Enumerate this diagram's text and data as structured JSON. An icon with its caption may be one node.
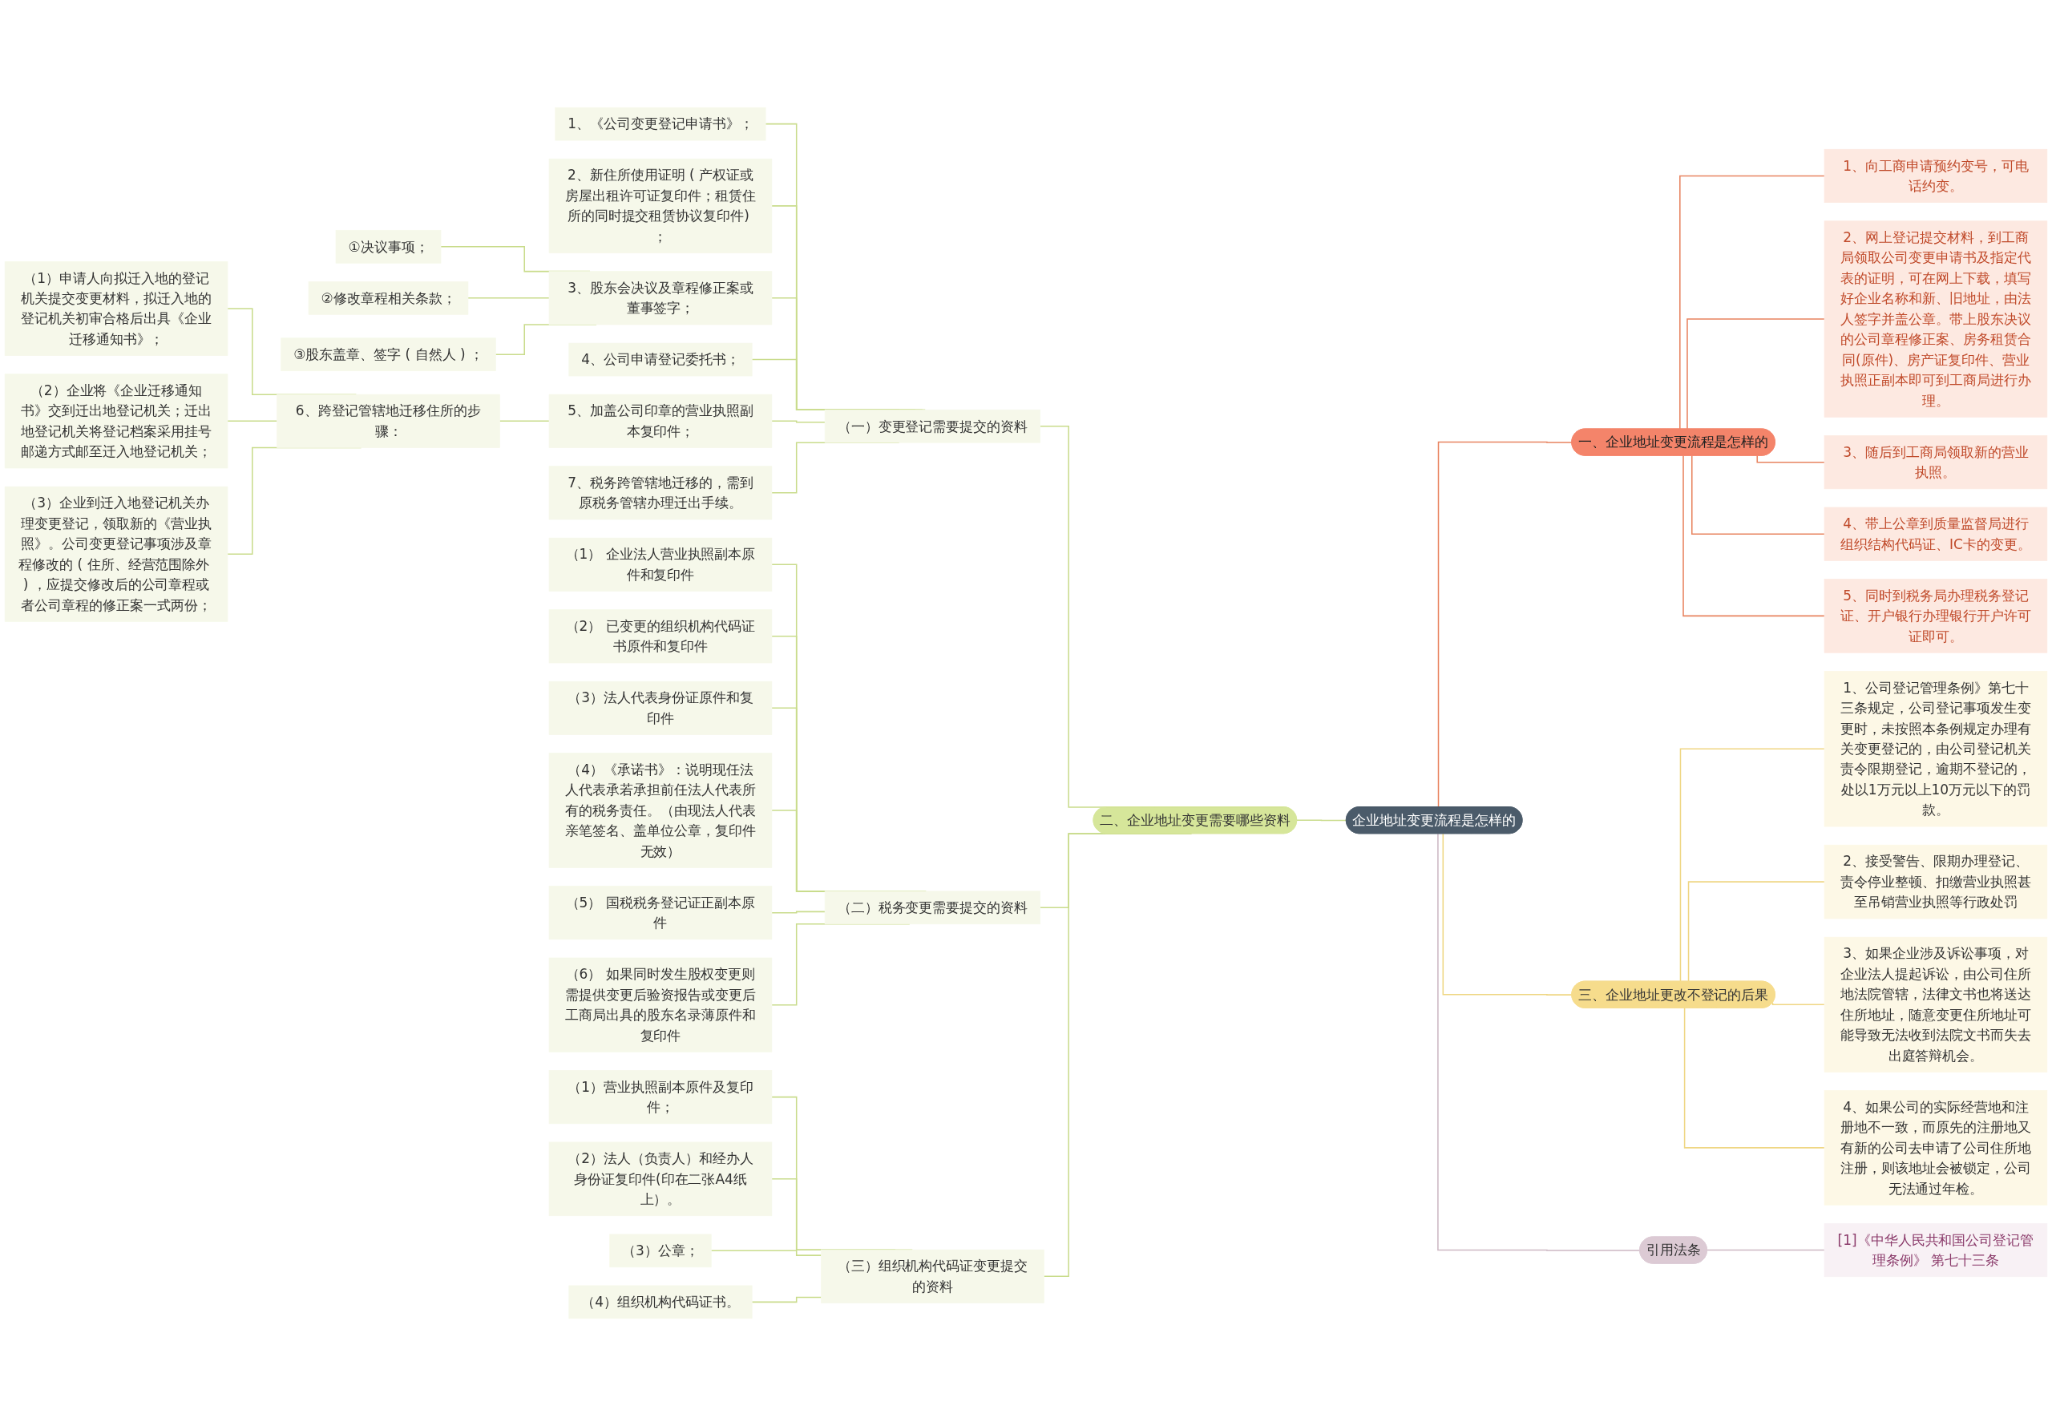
{
  "diagram": {
    "nodes": [
      {
        "text": [
          "企业地址变更流程是怎样的"
        ]
      },
      {
        "text": [
          "二、企业地址变更需要哪些资料"
        ]
      },
      {
        "text": [
          "（一）变更登记需要提交的资料"
        ]
      },
      {
        "text": [
          "1、《公司变更登记申请书》；"
        ]
      },
      {
        "text": [
          "2、新住所使用证明 ( 产权证或房屋出租许可证复印件；租赁住所的同时提交租赁协议复印件) ；"
        ]
      },
      {
        "text": [
          "3、股东会决议及章程修正案或董事签字；"
        ]
      },
      {
        "text": [
          "①决议事项；"
        ]
      },
      {
        "text": [
          "②修改章程相关条款；"
        ]
      },
      {
        "text": [
          "③股东盖章、签字 ( 自然人 ) ；"
        ]
      },
      {
        "text": [
          "4、公司申请登记委托书；"
        ]
      },
      {
        "text": [
          "5、加盖公司印章的营业执照副本复印件；"
        ]
      },
      {
        "text": [
          "6、跨登记管辖地迁移住所的步骤："
        ]
      },
      {
        "text": [
          "（1）申请人向拟迁入地的登记机关提交变更材料，拟迁入地的登记机关初审合格后出具《企业迁移通知书》；"
        ]
      },
      {
        "text": [
          "（2）企业将《企业迁移通知书》交到迁出地登记机关；迁出地登记机关将登记档案采用挂号邮递方式邮至迁入地登记机关；"
        ]
      },
      {
        "text": [
          "（3）企业到迁入地登记机关办理变更登记，领取新的《营业执照》。公司变更登记事项涉及章程修改的 ( 住所、经营范围除外 ) ，应提交修改后的公司章程或者公司章程的修正案一式两份；"
        ]
      },
      {
        "text": [
          "7、税务跨管辖地迁移的，需到原税务管辖办理迁出手续。"
        ]
      },
      {
        "text": [
          "（二）税务变更需要提交的资料"
        ]
      },
      {
        "text": [
          "（1） 企业法人营业执照副本原件和复印件"
        ]
      },
      {
        "text": [
          "（2） 已变更的组织机构代码证书原件和复印件"
        ]
      },
      {
        "text": [
          "（3）法人代表身份证原件和复印件"
        ]
      },
      {
        "text": [
          "（4）《承诺书》：说明现任法人代表承若承担前任法人代表所有的税务责任。（由现法人代表亲笔签名、盖单位公章，复印件无效）"
        ]
      },
      {
        "text": [
          "（5） 国税税务登记证正副本原件"
        ]
      },
      {
        "text": [
          "（6） 如果同时发生股权变更则需提供变更后验资报告或变更后工商局出具的股东名录薄原件和复印件"
        ]
      },
      {
        "text": [
          "（三）组织机构代码证变更提交的资料"
        ]
      },
      {
        "text": [
          "（1）营业执照副本原件及复印件；"
        ]
      },
      {
        "text": [
          "（2）法人（负责人）和经办人身份证复印件(印在二张A4纸上）。"
        ]
      },
      {
        "text": [
          "（3）公章；"
        ]
      },
      {
        "text": [
          "（4）组织机构代码证书。"
        ]
      },
      {
        "text": [
          "一、企业地址变更流程是怎样的"
        ]
      },
      {
        "text": [
          "1、向工商申请预约变号，可电话约变。"
        ]
      },
      {
        "text": [
          "2、网上登记提交材料，到工商局领取公司变更申请书及指定代表的证明，可在网上下载，填写好企业名称和新、旧地址，由法人签字并盖公章。带上股东决议的公司章程修正案、房务租赁合同(原件)、房产证复印件、营业执照正副本即可到工商局进行办理。"
        ]
      },
      {
        "text": [
          "3、随后到工商局领取新的营业执照。"
        ]
      },
      {
        "text": [
          "4、带上公章到质量监督局进行组织结构代码证、IC卡的变更。"
        ]
      },
      {
        "text": [
          "5、同时到税务局办理税务登记证、开户银行办理银行开户许可证即可。"
        ]
      },
      {
        "text": [
          "三、企业地址更改不登记的后果"
        ]
      },
      {
        "text": [
          "1、公司登记管理条例》第七十三条规定，公司登记事项发生变更时，未按照本条例规定办理有关变更登记的，由公司登记机关责令限期登记，逾期不登记的，处以1万元以上10万元以下的罚款。"
        ]
      },
      {
        "text": [
          "2、接受警告、限期办理登记、责令停业整顿、扣缴营业执照甚至吊销营业执照等行政处罚"
        ]
      },
      {
        "text": [
          "3、如果企业涉及诉讼事项，对企业法人提起诉讼，由公司住所地法院管辖，法律文书也将送达住所地址，随意变更住所地址可能导致无法收到法院文书而失去出庭答辩机会。"
        ]
      },
      {
        "text": [
          "4、如果公司的实际经营地和注册地不一致，而原先的注册地又有新的公司去申请了公司住所地注册，则该地址会被锁定，公司无法通过年检。"
        ]
      },
      {
        "text": [
          "引用法条"
        ]
      },
      {
        "text": [
          "[1]《中华人民共和国公司登记管理条例》 第七十三条"
        ]
      }
    ],
    "edges": [
      {
        "from": 1,
        "to": 0,
        "arrow": "none"
      },
      {
        "from": 2,
        "to": 1,
        "arrow": "none"
      },
      {
        "from": 3,
        "to": 2,
        "arrow": "none"
      },
      {
        "from": 4,
        "to": 2,
        "arrow": "none"
      },
      {
        "from": 5,
        "to": 2,
        "arrow": "none"
      },
      {
        "from": 6,
        "to": 5,
        "arrow": "none"
      },
      {
        "from": 7,
        "to": 5,
        "arrow": "none"
      },
      {
        "from": 8,
        "to": 5,
        "arrow": "none"
      },
      {
        "from": 9,
        "to": 2,
        "arrow": "none"
      },
      {
        "from": 10,
        "to": 2,
        "arrow": "none"
      },
      {
        "from": 11,
        "to": 10,
        "arrow": "none"
      },
      {
        "from": 12,
        "to": 11,
        "arrow": "none"
      },
      {
        "from": 13,
        "to": 11,
        "arrow": "none"
      },
      {
        "from": 14,
        "to": 11,
        "arrow": "none"
      },
      {
        "from": 15,
        "to": 2,
        "arrow": "none"
      },
      {
        "from": 16,
        "to": 1,
        "arrow": "none"
      },
      {
        "from": 17,
        "to": 16,
        "arrow": "none"
      },
      {
        "from": 18,
        "to": 16,
        "arrow": "none"
      },
      {
        "from": 19,
        "to": 16,
        "arrow": "none"
      },
      {
        "from": 20,
        "to": 16,
        "arrow": "none"
      },
      {
        "from": 21,
        "to": 16,
        "arrow": "none"
      },
      {
        "from": 22,
        "to": 16,
        "arrow": "none"
      },
      {
        "from": 23,
        "to": 1,
        "arrow": "none"
      },
      {
        "from": 24,
        "to": 23,
        "arrow": "none"
      },
      {
        "from": 25,
        "to": 23,
        "arrow": "none"
      },
      {
        "from": 26,
        "to": 23,
        "arrow": "none"
      },
      {
        "from": 27,
        "to": 23,
        "arrow": "none"
      },
      {
        "from": 0,
        "to": 28,
        "arrow": "none",
        "color": "#e8835f"
      },
      {
        "from": 28,
        "to": 29,
        "arrow": "none",
        "color": "#e8835f"
      },
      {
        "from": 28,
        "to": 30,
        "arrow": "none",
        "color": "#e8835f"
      },
      {
        "from": 28,
        "to": 31,
        "arrow": "none",
        "color": "#e8835f"
      },
      {
        "from": 28,
        "to": 32,
        "arrow": "none",
        "color": "#e8835f"
      },
      {
        "from": 28,
        "to": 33,
        "arrow": "none",
        "color": "#e8835f"
      },
      {
        "from": 0,
        "to": 34,
        "arrow": "none",
        "color": "#efd683"
      },
      {
        "from": 34,
        "to": 35,
        "arrow": "none",
        "color": "#efd683"
      },
      {
        "from": 34,
        "to": 36,
        "arrow": "none",
        "color": "#efd683"
      },
      {
        "from": 34,
        "to": 37,
        "arrow": "none",
        "color": "#efd683"
      },
      {
        "from": 34,
        "to": 38,
        "arrow": "none",
        "color": "#efd683"
      },
      {
        "from": 0,
        "to": 39,
        "arrow": "none",
        "color": "#cdb8c3"
      },
      {
        "from": 39,
        "to": 40,
        "arrow": "none",
        "color": "#cdb8c3"
      }
    ]
  }
}
